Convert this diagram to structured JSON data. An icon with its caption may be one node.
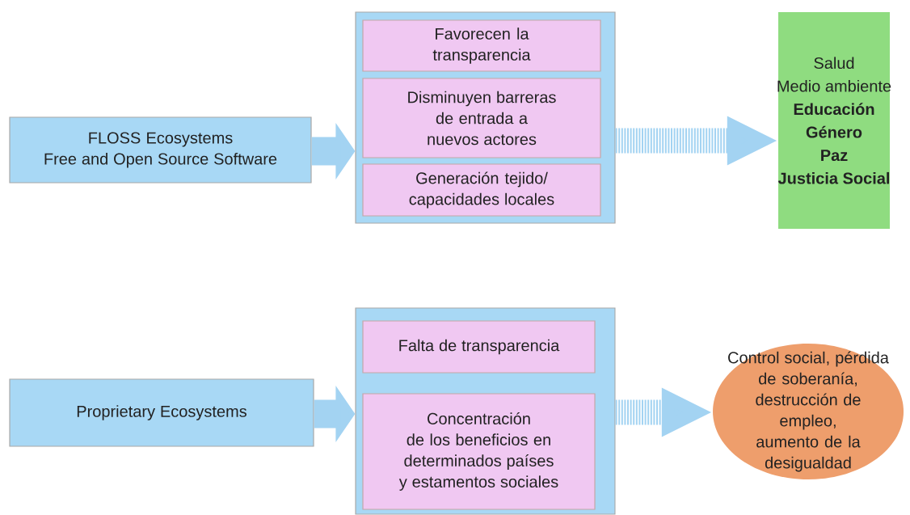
{
  "diagram": {
    "nodes": [
      {
        "text": [
          "FLOSS Ecosystems Free and Open Source Software"
        ]
      },
      {
        "text": [],
        "shape": "box"
      },
      {
        "text": [
          "Favorecen la transparencia"
        ],
        "in": 1
      },
      {
        "text": [
          "Disminuyen barreras de entrada a nuevos actores"
        ],
        "in": 1
      },
      {
        "text": [
          "Generación tejido/ capacidades locales"
        ],
        "in": 1
      },
      {
        "text": [
          "Salud",
          "Medio ambiente",
          "Educación",
          "Género",
          "Paz",
          "Justicia Social"
        ]
      },
      {
        "text": [
          "Proprietary Ecosystems"
        ]
      },
      {
        "text": [],
        "shape": "box"
      },
      {
        "text": [
          "Falta de transparencia"
        ],
        "in": 7
      },
      {
        "text": [
          "Concentración de los beneficios en determinados países y estamentos sociales"
        ],
        "in": 7
      },
      {
        "text": [
          "Control social, pérdida de soberanía, destrucción de empleo, aumento de la desigualdad"
        ]
      }
    ],
    "edges": [
      {
        "from": 0,
        "to": 1,
        "arrow": "to"
      },
      {
        "from": 1,
        "to": 5,
        "arrow": "to",
        "style": "dashed"
      },
      {
        "from": 6,
        "to": 7,
        "arrow": "to"
      },
      {
        "from": 7,
        "to": 10,
        "arrow": "to",
        "style": "dashed"
      }
    ]
  }
}
